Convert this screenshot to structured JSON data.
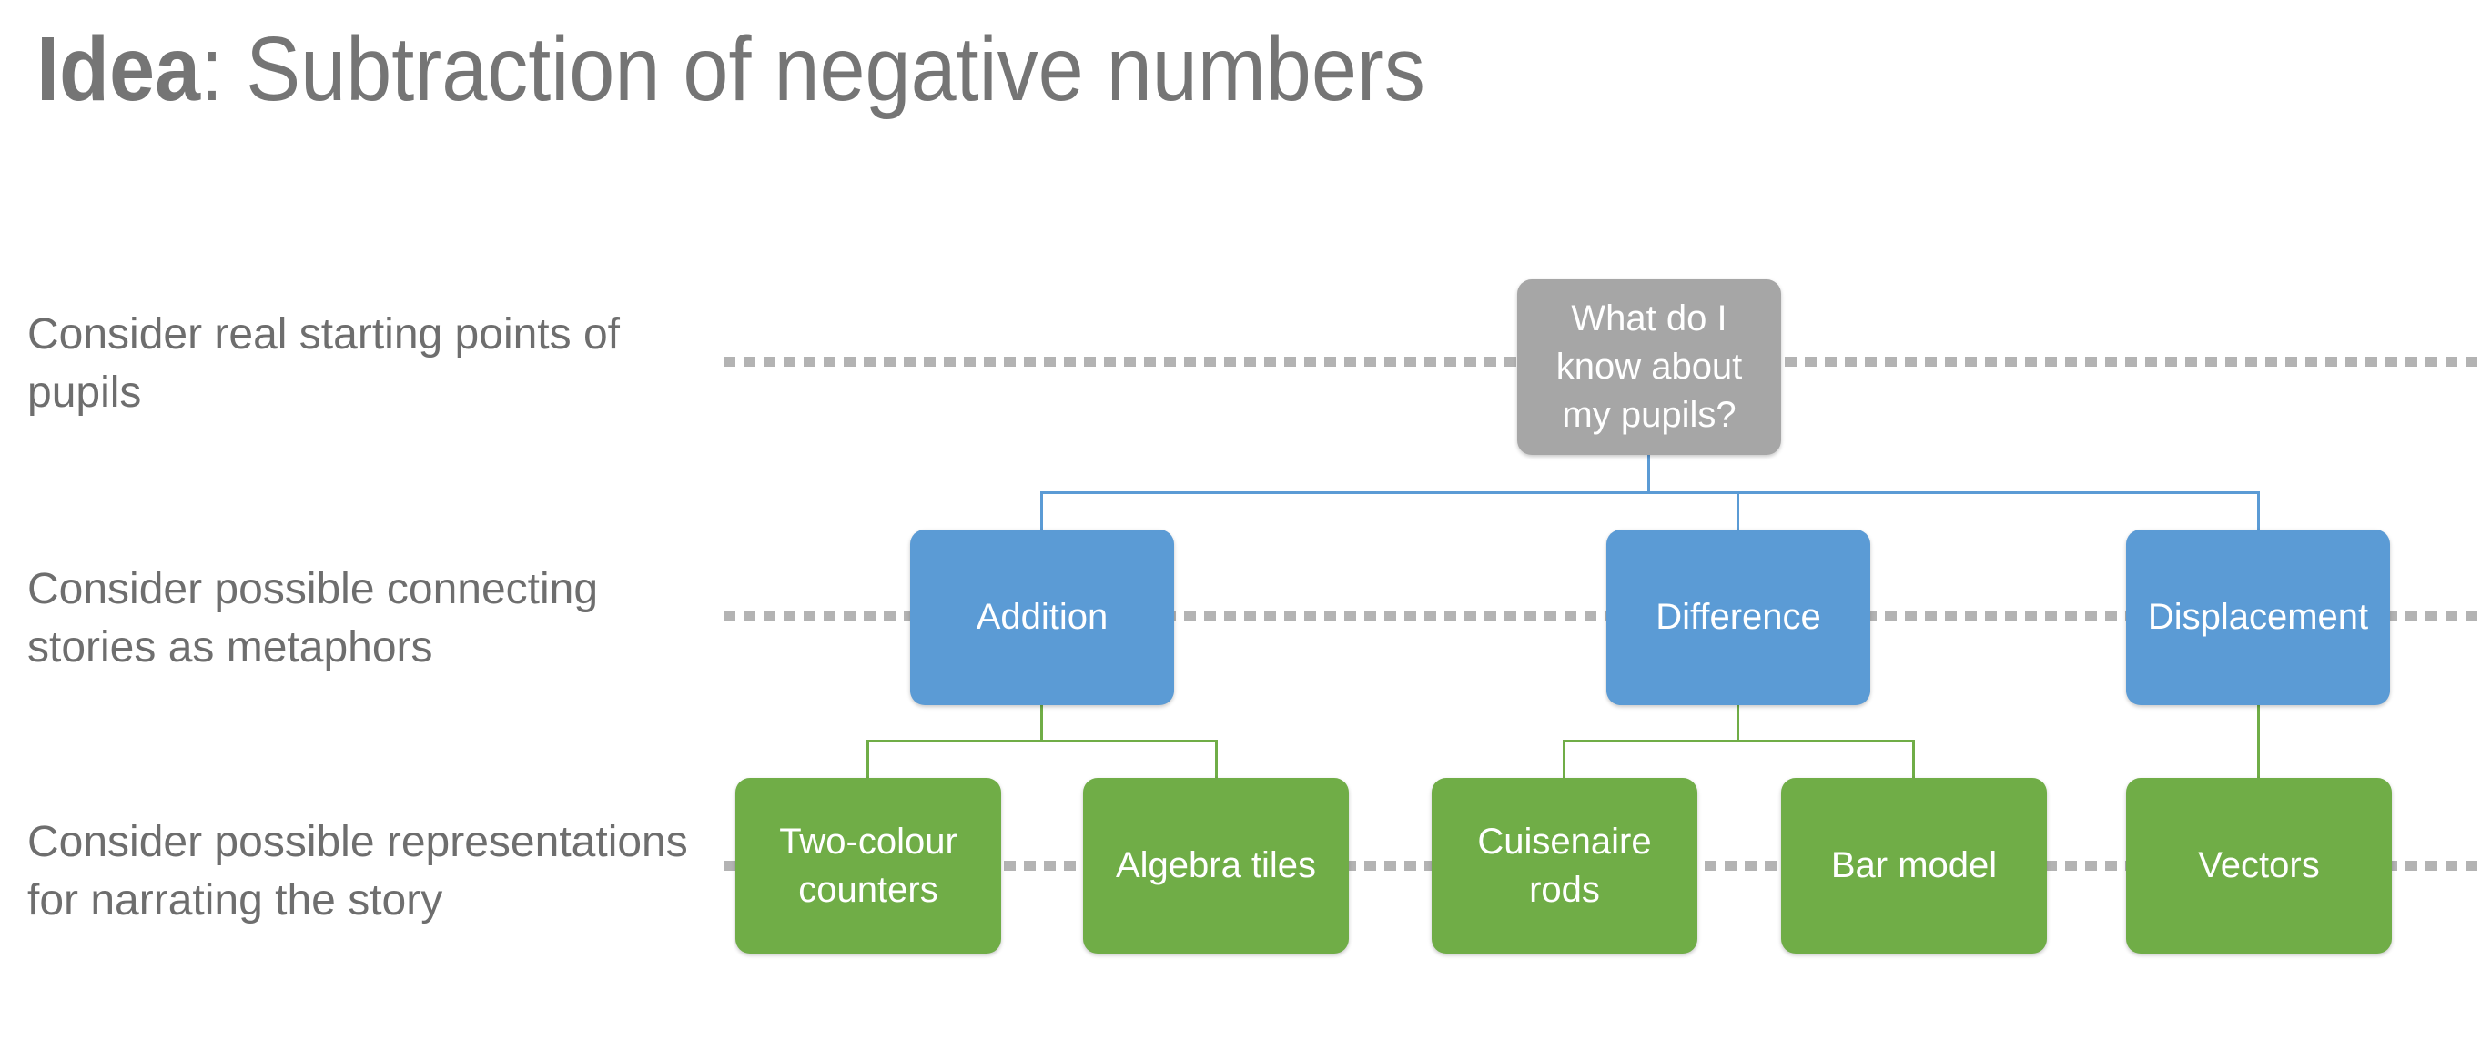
{
  "title": {
    "keyword": "Idea",
    "rest": ": Subtraction of negative numbers"
  },
  "left_labels": [
    {
      "text": "Consider real starting points of\npupils"
    },
    {
      "text": "Consider possible connecting\nstories as metaphors"
    },
    {
      "text": "Consider possible representations\nfor narrating the story"
    }
  ],
  "tree": {
    "root": {
      "label": "What do I\nknow about\nmy pupils?"
    },
    "branches": [
      {
        "label": "Addition",
        "children": [
          {
            "label": "Two-colour\ncounters"
          },
          {
            "label": "Algebra tiles"
          }
        ]
      },
      {
        "label": "Difference",
        "children": [
          {
            "label": "Cuisenaire\nrods"
          },
          {
            "label": "Bar model"
          }
        ]
      },
      {
        "label": "Displacement",
        "children": [
          {
            "label": "Vectors"
          }
        ]
      }
    ]
  },
  "palette": {
    "background": "#FFFFFF",
    "title_text": "#757575",
    "label_text": "#6E6E6E",
    "dotted_line": "#B3B3B3",
    "root_box": "#A6A6A6",
    "branch_box": "#5B9BD5",
    "leaf_box": "#70AD47",
    "branch_connector": "#5B9BD5",
    "leaf_connector": "#70AD47",
    "box_text": "#FFFFFF"
  }
}
